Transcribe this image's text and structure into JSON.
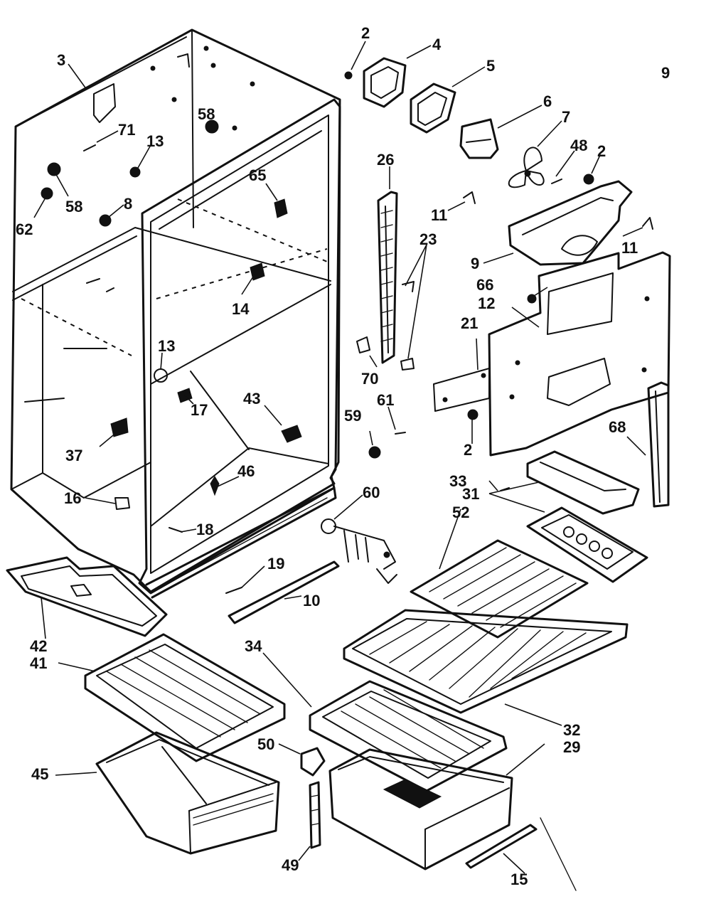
{
  "callouts": [
    {
      "id": "2",
      "label": "2"
    },
    {
      "id": "4",
      "label": "4"
    },
    {
      "id": "5",
      "label": "5"
    },
    {
      "id": "3",
      "label": "3"
    },
    {
      "id": "9_tr",
      "label": "9"
    },
    {
      "id": "6",
      "label": "6"
    },
    {
      "id": "7",
      "label": "7"
    },
    {
      "id": "48",
      "label": "48"
    },
    {
      "id": "2b",
      "label": "2"
    },
    {
      "id": "71",
      "label": "71"
    },
    {
      "id": "58a",
      "label": "58"
    },
    {
      "id": "13a",
      "label": "13"
    },
    {
      "id": "26",
      "label": "26"
    },
    {
      "id": "65",
      "label": "65"
    },
    {
      "id": "58b",
      "label": "58"
    },
    {
      "id": "8",
      "label": "8"
    },
    {
      "id": "62",
      "label": "62"
    },
    {
      "id": "11a",
      "label": "11"
    },
    {
      "id": "23",
      "label": "23"
    },
    {
      "id": "11b",
      "label": "11"
    },
    {
      "id": "9",
      "label": "9"
    },
    {
      "id": "66",
      "label": "66"
    },
    {
      "id": "12",
      "label": "12"
    },
    {
      "id": "14",
      "label": "14"
    },
    {
      "id": "21",
      "label": "21"
    },
    {
      "id": "13b",
      "label": "13"
    },
    {
      "id": "70",
      "label": "70"
    },
    {
      "id": "61",
      "label": "61"
    },
    {
      "id": "43",
      "label": "43"
    },
    {
      "id": "17",
      "label": "17"
    },
    {
      "id": "59",
      "label": "59"
    },
    {
      "id": "2c",
      "label": "2"
    },
    {
      "id": "68",
      "label": "68"
    },
    {
      "id": "37",
      "label": "37"
    },
    {
      "id": "46",
      "label": "46"
    },
    {
      "id": "33",
      "label": "33"
    },
    {
      "id": "31",
      "label": "31"
    },
    {
      "id": "16",
      "label": "16"
    },
    {
      "id": "60",
      "label": "60"
    },
    {
      "id": "52",
      "label": "52"
    },
    {
      "id": "18",
      "label": "18"
    },
    {
      "id": "19",
      "label": "19"
    },
    {
      "id": "10",
      "label": "10"
    },
    {
      "id": "42",
      "label": "42"
    },
    {
      "id": "41",
      "label": "41"
    },
    {
      "id": "34",
      "label": "34"
    },
    {
      "id": "32",
      "label": "32"
    },
    {
      "id": "29",
      "label": "29"
    },
    {
      "id": "50",
      "label": "50"
    },
    {
      "id": "45",
      "label": "45"
    },
    {
      "id": "49",
      "label": "49"
    },
    {
      "id": "15",
      "label": "15"
    }
  ]
}
